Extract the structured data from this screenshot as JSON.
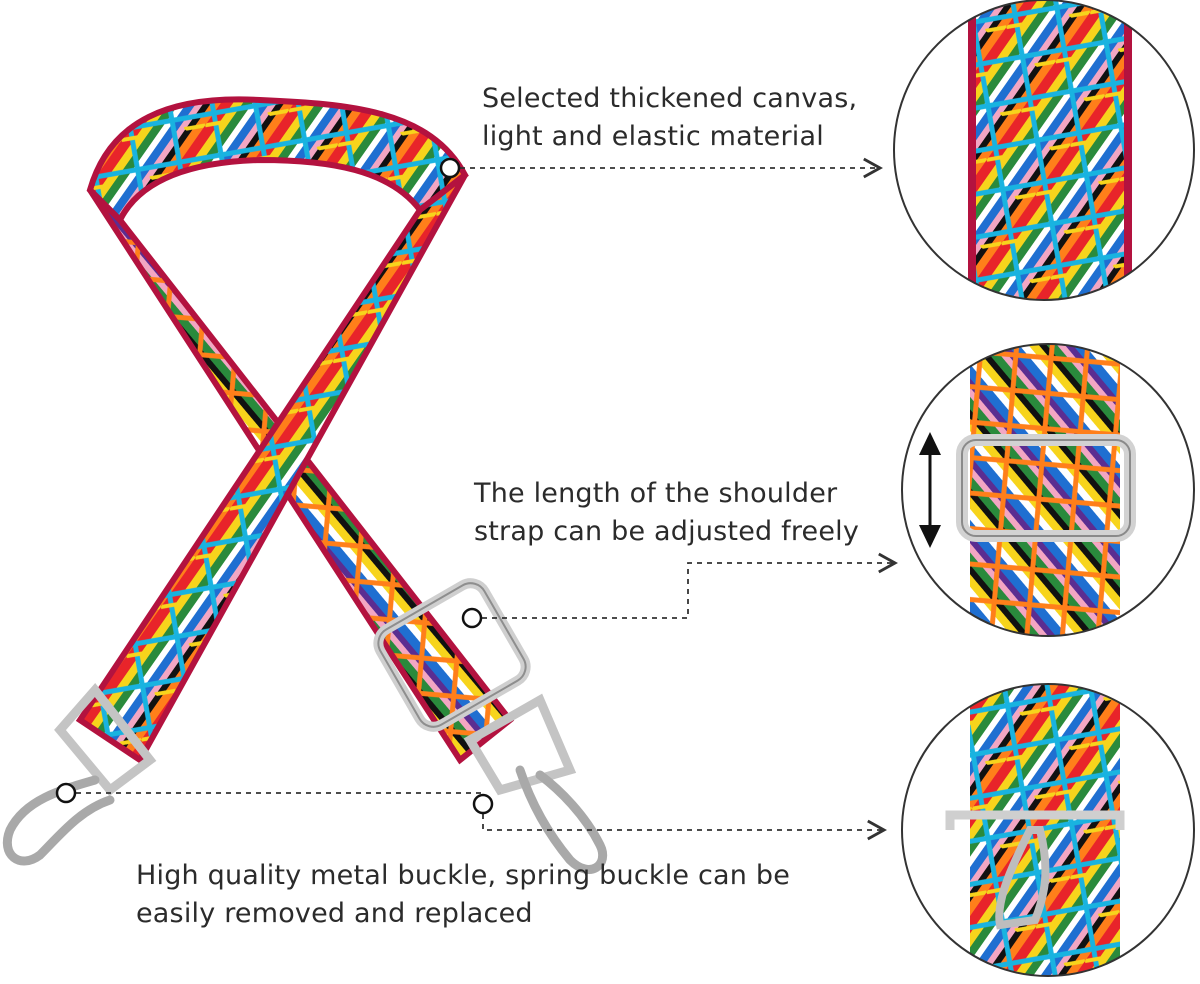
{
  "callouts": [
    {
      "lines": [
        "Selected thickened canvas,",
        "light and elastic material"
      ]
    },
    {
      "lines": [
        "The length of the shoulder",
        "strap can be adjusted freely"
      ]
    },
    {
      "lines": [
        "High quality metal buckle, spring buckle can be",
        "easily removed and replaced"
      ]
    }
  ],
  "colors": {
    "text": "#2b2b2b",
    "strap_edge": "#b3123f",
    "pattern": [
      "#e8242a",
      "#f7d41c",
      "#2a8a3c",
      "#5b2d91",
      "#1f6fd1",
      "#ffffff",
      "#f3a6c3",
      "#111111",
      "#ff7f1a",
      "#19b3e0"
    ],
    "metal": "#c9c9c9",
    "guide_line": "#333333"
  },
  "icons": [
    "strap-illustration",
    "detail-canvas-zoom",
    "detail-slider-zoom",
    "detail-hook-zoom",
    "double-arrow-icon"
  ]
}
